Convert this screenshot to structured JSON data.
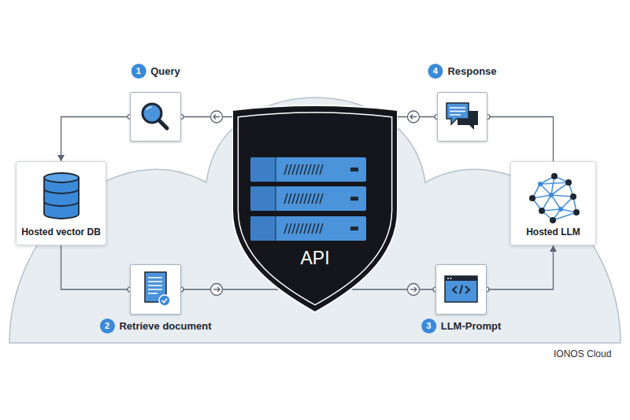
{
  "diagram": {
    "nodes": [
      {
        "text": [
          "1",
          "Query"
        ]
      },
      {
        "text": [
          "4",
          "Response"
        ]
      },
      {
        "text": [
          "Hosted vector DB"
        ]
      },
      {
        "text": [
          "API"
        ]
      },
      {
        "text": [
          "Hosted LLM"
        ]
      },
      {
        "text": [
          "2",
          "Retrieve document"
        ]
      },
      {
        "text": [
          "3",
          "LLM-Prompt"
        ]
      }
    ],
    "edges": [
      {
        "from": 0,
        "to": 2,
        "arrow": "to"
      },
      {
        "from": 2,
        "to": 5,
        "arrow": "none"
      },
      {
        "from": 5,
        "to": 3,
        "arrow": "to"
      },
      {
        "from": 3,
        "to": 6,
        "arrow": "to"
      },
      {
        "from": 6,
        "to": 4,
        "arrow": "to"
      },
      {
        "from": 4,
        "to": 1,
        "arrow": "none"
      },
      {
        "from": 1,
        "to": 3,
        "arrow": "to"
      },
      {
        "from": 3,
        "to": 0,
        "arrow": "to"
      }
    ],
    "labels": [
      "IONOS Cloud"
    ]
  }
}
